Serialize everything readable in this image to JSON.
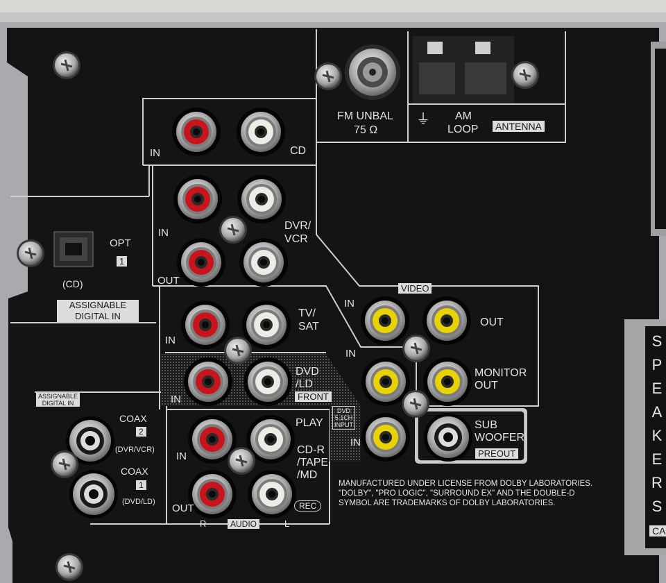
{
  "labels": {
    "fm_unbal": "FM UNBAL",
    "fm_ohm": "75 Ω",
    "am": "AM",
    "loop": "LOOP",
    "antenna": "ANTENNA",
    "cd_in": "IN",
    "cd": "CD",
    "dvr_in": "IN",
    "dvr_out": "OUT",
    "dvr_vcr": "DVR/\nVCR",
    "opt": "OPT",
    "opt_num": "1",
    "opt_cd": "(CD)",
    "assignable_digital_in": "ASSIGNABLE\nDIGITAL IN",
    "tv_in": "IN",
    "tv_sat": "TV/\nSAT",
    "video": "VIDEO",
    "video_in": "IN",
    "video_out": "OUT",
    "monitor_in": "IN",
    "monitor_out": "MONITOR\nOUT",
    "dvd_in": "IN",
    "dvd_ld": "DVD\n/LD",
    "front": "FRONT",
    "dvd51": "DVD\n5.1CH\nINPUT",
    "dvd51_in": "IN",
    "sub_woofer": "SUB\nWOOFER",
    "preout": "PREOUT",
    "assignable_digital_in_small": "ASSIGNABLE\nDIGITAL IN",
    "coax2": "COAX",
    "coax2_num": "2",
    "coax2_src": "(DVR/VCR)",
    "coax1": "COAX",
    "coax1_num": "1",
    "coax1_src": "(DVD/LD)",
    "play": "PLAY",
    "cdr_in": "IN",
    "cdr_tape_md": "CD-R\n/TAPE\n/MD",
    "cdr_out": "OUT",
    "rec": "REC",
    "audio_r": "R",
    "audio": "AUDIO",
    "audio_l": "L",
    "dolby_notice": "MANUFACTURED UNDER LICENSE FROM DOLBY LABORATORIES.\n\"DOLBY\", \"PRO LOGIC\", \"SURROUND EX\" AND THE DOUBLE-D\nSYMBOL ARE TRADEMARKS OF DOLBY LABORATORIES.",
    "speakers": "SPEAKERS",
    "ca": "CA"
  },
  "colors": {
    "panel": "#141414",
    "chassis": "#a9aaad",
    "red_jack": "#c8141c",
    "white_jack": "#ecebe6",
    "yellow_jack": "#e8d200",
    "line": "#cfcfcf"
  }
}
